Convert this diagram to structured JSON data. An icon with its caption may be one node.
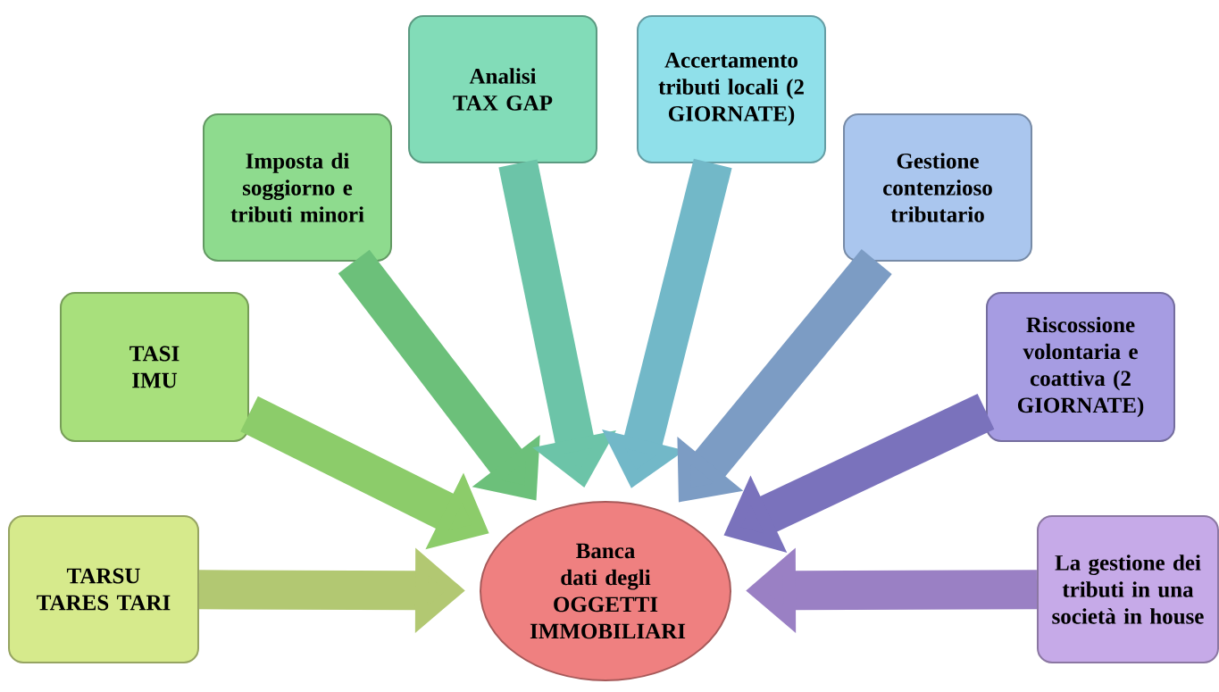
{
  "diagram": {
    "nodes": [
      {
        "text": [
          "TARSU TARES TARI"
        ]
      },
      {
        "text": [
          "TASI IMU"
        ]
      },
      {
        "text": [
          "Imposta di soggiorno e tributi minori"
        ]
      },
      {
        "text": [
          "Analisi TAX GAP"
        ]
      },
      {
        "text": [
          "Accertamento tributi locali (2 GIORNATE)"
        ]
      },
      {
        "text": [
          "Gestione contenzioso tributario"
        ]
      },
      {
        "text": [
          "Riscossione volontaria e coattiva (2 GIORNATE)"
        ]
      },
      {
        "text": [
          "La gestione dei tributi in una società in house"
        ]
      },
      {
        "text": [
          "Banca dati degli OGGETTI IMMOBILIARI"
        ]
      }
    ],
    "edges": [
      {
        "from": 0,
        "to": 8,
        "arrow": "to",
        "color": "#b2c872"
      },
      {
        "from": 1,
        "to": 8,
        "arrow": "to",
        "color": "#8ccc6a"
      },
      {
        "from": 2,
        "to": 8,
        "arrow": "to",
        "color": "#6cc07a"
      },
      {
        "from": 3,
        "to": 8,
        "arrow": "to",
        "color": "#6cc4a8"
      },
      {
        "from": 4,
        "to": 8,
        "arrow": "to",
        "color": "#72b8c8"
      },
      {
        "from": 5,
        "to": 8,
        "arrow": "to",
        "color": "#7c9cc4"
      },
      {
        "from": 6,
        "to": 8,
        "arrow": "to",
        "color": "#7a72bc"
      },
      {
        "from": 7,
        "to": 8,
        "arrow": "to",
        "color": "#9a80c4"
      }
    ]
  }
}
